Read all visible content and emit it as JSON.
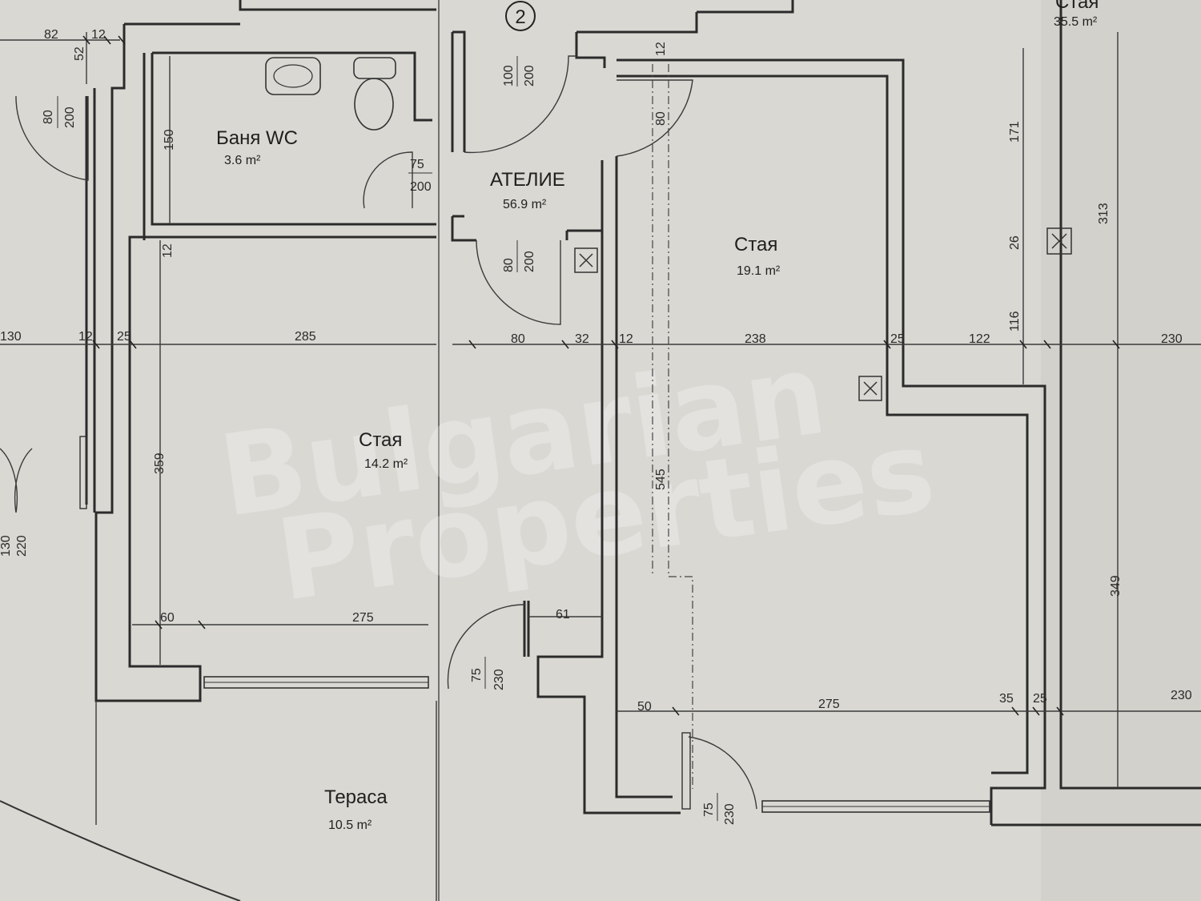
{
  "watermark": [
    "Bulgarian",
    "Properties"
  ],
  "unit_marker": "2",
  "rooms": {
    "bathroom": {
      "name": "Баня WC",
      "area": "3.6 m²"
    },
    "atelier": {
      "name": "АТЕЛИЕ",
      "area": "56.9 m²"
    },
    "room_left": {
      "name": "Стая",
      "area": "14.2 m²"
    },
    "room_right": {
      "name": "Стая",
      "area": "19.1 m²"
    },
    "terrace": {
      "name": "Тераса",
      "area": "10.5 m²"
    },
    "room_far": {
      "name": "Стая",
      "area": "35.5 m²"
    }
  },
  "dimensions": {
    "h_top": [
      "82",
      "12"
    ],
    "v_52": "52",
    "door_top_left": [
      "80",
      "200"
    ],
    "door_bath": [
      "75",
      "200"
    ],
    "door_entry": [
      "100",
      "200"
    ],
    "door_atelier_lower": [
      "80",
      "200"
    ],
    "door_left_edge": [
      "130",
      "220"
    ],
    "door_lower_mid": [
      "75",
      "230"
    ],
    "door_lower_right": [
      "75",
      "230"
    ],
    "v_150": "150",
    "v_12_left": "12",
    "v_359": "359",
    "v_80": "80",
    "v_12_top": "12",
    "v_545": "545",
    "v_171": "171",
    "v_26": "26",
    "v_116": "116",
    "v_313": "313",
    "v_349": "349",
    "row_mid": [
      "130",
      "12",
      "25",
      "285",
      "80",
      "32",
      "12",
      "238",
      "25",
      "122",
      "230"
    ],
    "row_60": [
      "60",
      "275"
    ],
    "row_61": "61",
    "row_50": [
      "50",
      "275",
      "35",
      "25",
      "230"
    ]
  }
}
